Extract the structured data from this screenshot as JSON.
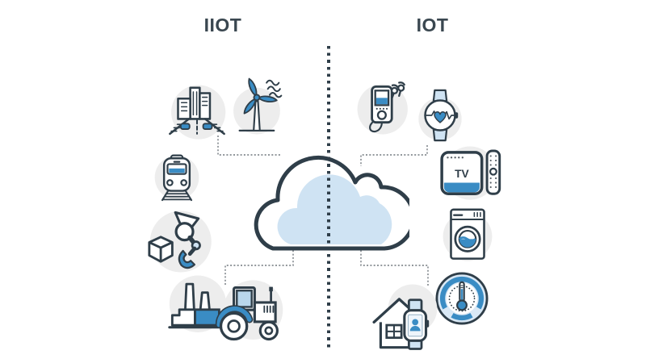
{
  "titles": {
    "left": "IIOT",
    "right": "IOT"
  },
  "tv_label": "TV",
  "center": {
    "name": "cloud",
    "divider": "center-dotted-divider"
  },
  "left_icons": [
    "smart-city-icon",
    "wind-turbine-icon",
    "train-icon",
    "robot-arm-icon",
    "factory-icon",
    "tractor-icon"
  ],
  "right_icons": [
    "music-player-icon",
    "heart-rate-watch-icon",
    "tv-remote-icon",
    "washing-machine-icon",
    "thermostat-icon",
    "smart-home-watch-icon"
  ],
  "colors": {
    "outline": "#2f3e49",
    "accent_blue": "#3a8cc4",
    "light_blue": "#cfe3f3",
    "pale_blue": "#d9e8f5",
    "icon_circle_bg": "#ededed",
    "connector": "#6f767c",
    "title_text": "#3a4750",
    "background": "#ffffff"
  }
}
